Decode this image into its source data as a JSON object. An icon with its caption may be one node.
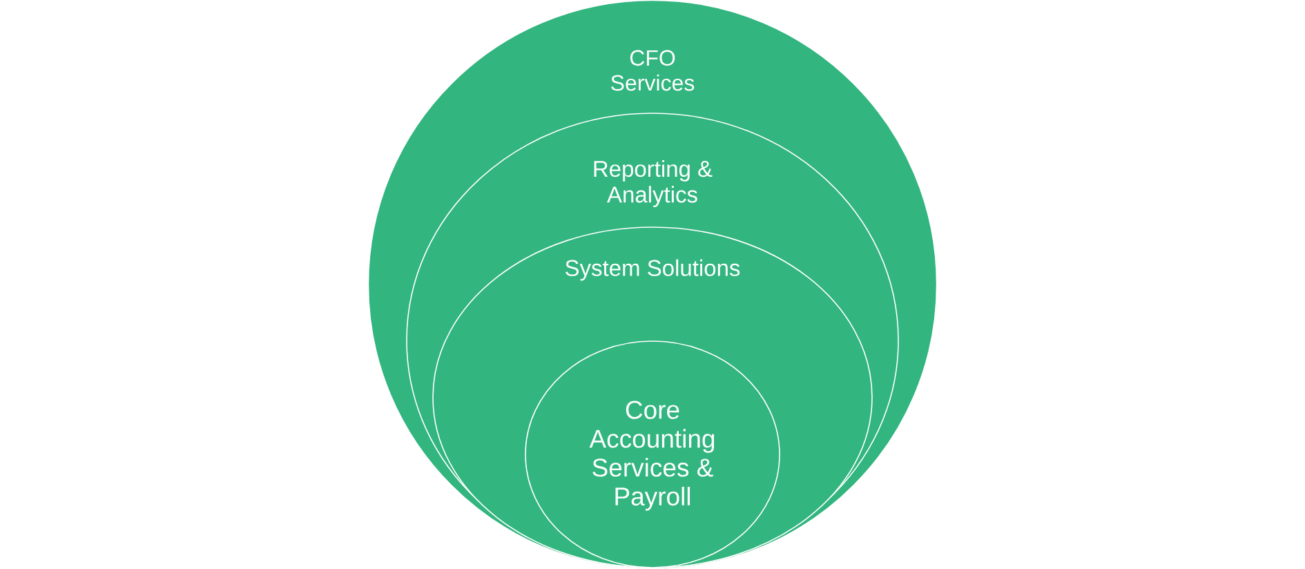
{
  "diagram": {
    "nodes": [
      {
        "text": [
          "CFO Services"
        ]
      },
      {
        "text": [
          "Reporting & Analytics"
        ],
        "in": 0
      },
      {
        "text": [
          "System Solutions"
        ],
        "in": 1
      },
      {
        "text": [
          "Core Accounting Services & Payroll"
        ],
        "in": 2
      }
    ]
  }
}
